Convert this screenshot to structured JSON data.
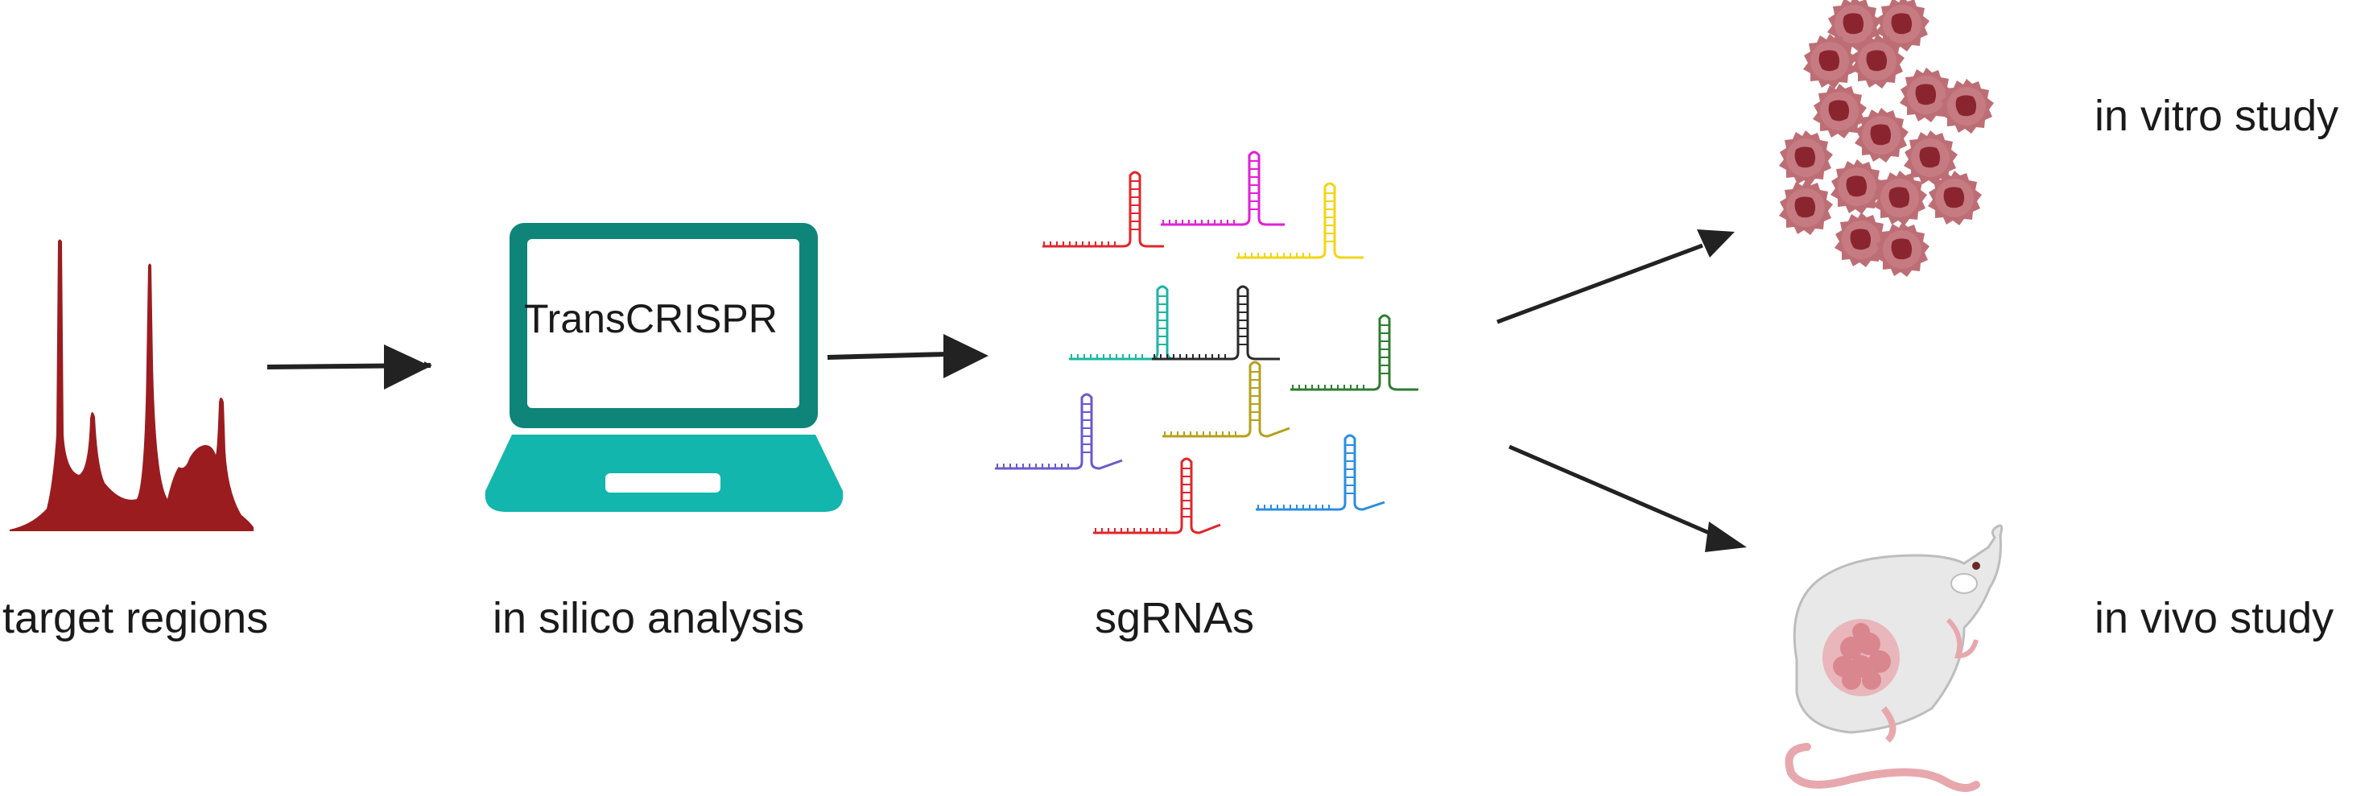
{
  "labels": {
    "target_regions": "target regions",
    "in_silico": "in silico analysis",
    "sgrnas": "sgRNAs",
    "in_vitro": "in vitro study",
    "in_vivo": "in vivo study",
    "laptop_screen": "TransCRISPR"
  },
  "colors": {
    "peaks": "#9b1c1f",
    "laptop_frame": "#0f8579",
    "laptop_base": "#12b6ad",
    "arrow": "#222222",
    "cell_outer": "#bd6e75",
    "cell_nucleus": "#8a2530",
    "mouse_body": "#e8e8e8",
    "tumor": "#d9868f"
  },
  "sgrna_colors": [
    "#e0262b",
    "#e11fd8",
    "#f2d514",
    "#1cb5a4",
    "#2a2a2a",
    "#2e7d32",
    "#6a5acd",
    "#b5a11c",
    "#e0262b",
    "#2b8de0"
  ]
}
